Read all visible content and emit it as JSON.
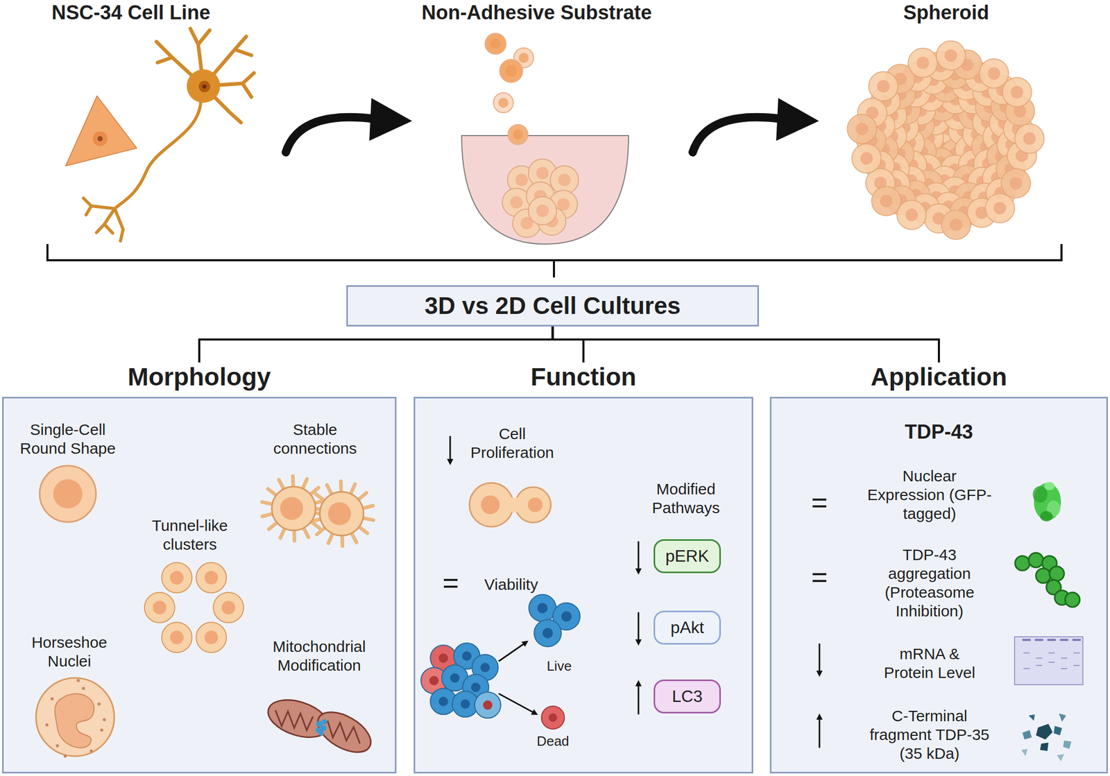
{
  "diagram": {
    "nodes": [
      {
        "text": [
          "3D vs 2D Cell Cultures"
        ]
      },
      {
        "text": [
          "Morphology"
        ]
      },
      {
        "text": [
          "Function"
        ]
      },
      {
        "text": [
          "Application",
          "TDP-43"
        ]
      },
      {
        "text": [
          "pERK"
        ],
        "in": 2
      },
      {
        "text": [
          "pAkt"
        ],
        "in": 2
      },
      {
        "text": [
          "LC3"
        ],
        "in": 2
      }
    ],
    "edges": [
      {
        "from": 0,
        "to": 1,
        "arrow": "none"
      },
      {
        "from": 0,
        "to": 2,
        "arrow": "none"
      },
      {
        "from": 0,
        "to": 3,
        "arrow": "none"
      }
    ],
    "labels": [
      "NSC-34 Cell Line",
      "Non-Adhesive Substrate",
      "Spheroid",
      "Single-Cell Round Shape",
      "Stable connections",
      "Tunnel-like clusters",
      "Horseshoe Nuclei",
      "Mitochondrial Modification",
      "Cell Proliferation",
      "=",
      "Viability",
      "Live",
      "Dead",
      "Modified Pathways",
      "=",
      "Nuclear Expression (GFP-tagged)",
      "=",
      "TDP-43 aggregation (Proteasome Inhibition)",
      "mRNA & Protein Level",
      "C-Terminal fragment TDP-35 (35 kDa)"
    ]
  }
}
